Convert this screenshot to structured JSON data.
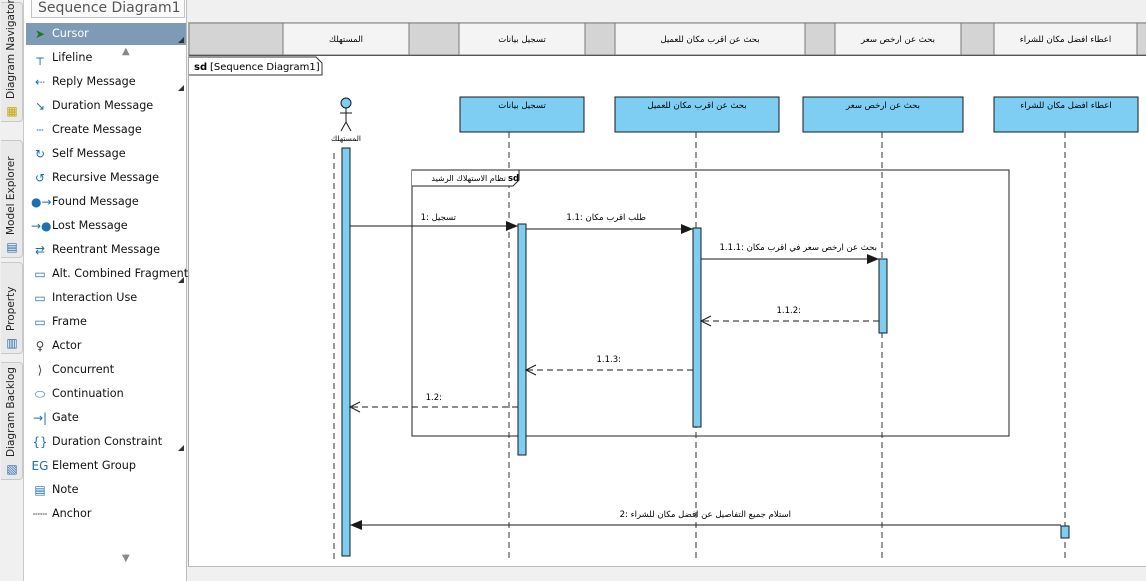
{
  "window": {
    "tab_title": "Sequence Diagram1"
  },
  "side_tabs": [
    {
      "label": "Diagram Navigator",
      "icon": "diagram-navigator-icon"
    },
    {
      "label": "Model Explorer",
      "icon": "model-explorer-icon"
    },
    {
      "label": "Property",
      "icon": "property-icon"
    },
    {
      "label": "Diagram Backlog",
      "icon": "diagram-backlog-icon"
    }
  ],
  "palette": {
    "items": [
      {
        "label": "Cursor",
        "icon": "cursor-icon",
        "selected": true,
        "more": true
      },
      {
        "label": "Lifeline",
        "icon": "lifeline-icon"
      },
      {
        "label": "Reply Message",
        "icon": "reply-message-icon",
        "more": true
      },
      {
        "label": "Duration Message",
        "icon": "duration-message-icon"
      },
      {
        "label": "Create Message",
        "icon": "create-message-icon"
      },
      {
        "label": "Self Message",
        "icon": "self-message-icon"
      },
      {
        "label": "Recursive Message",
        "icon": "recursive-message-icon"
      },
      {
        "label": "Found Message",
        "icon": "found-message-icon"
      },
      {
        "label": "Lost Message",
        "icon": "lost-message-icon"
      },
      {
        "label": "Reentrant Message",
        "icon": "reentrant-message-icon"
      },
      {
        "label": "Alt. Combined Fragment",
        "icon": "combined-fragment-icon",
        "more": true
      },
      {
        "label": "Interaction Use",
        "icon": "interaction-use-icon"
      },
      {
        "label": "Frame",
        "icon": "frame-icon"
      },
      {
        "label": "Actor",
        "icon": "actor-icon"
      },
      {
        "label": "Concurrent",
        "icon": "concurrent-icon"
      },
      {
        "label": "Continuation",
        "icon": "continuation-icon"
      },
      {
        "label": "Gate",
        "icon": "gate-icon"
      },
      {
        "label": "Duration Constraint",
        "icon": "duration-constraint-icon",
        "more": true
      },
      {
        "label": "Element Group",
        "icon": "element-group-icon"
      },
      {
        "label": "Note",
        "icon": "note-icon"
      },
      {
        "label": "Anchor",
        "icon": "anchor-icon"
      }
    ]
  },
  "header_lanes": [
    "المستهلك",
    "تسجيل بيانات",
    "بحث عن اقرب مكان للعميل",
    "بحث عن ارخص سعر",
    "اعطاء افضل مكان للشراء"
  ],
  "frame": {
    "keyword": "sd",
    "title": "[Sequence Diagram1]"
  },
  "actor": {
    "name": "المستهلك"
  },
  "lifelines": [
    {
      "name": "تسجيل بيانات"
    },
    {
      "name": "بحث عن اقرب مكان للعميل"
    },
    {
      "name": "بحث عن ارخص سعر"
    },
    {
      "name": "اعطاء افضل مكان للشراء"
    }
  ],
  "fragment": {
    "keyword": "sd",
    "title": "نظام الاستهلاك الرشيد"
  },
  "messages": [
    {
      "label": "1: تسجيل"
    },
    {
      "label": "1.1: طلب اقرب مكان"
    },
    {
      "label": "1.1.1: بحث عن ارخص سعر في اقرب مكان"
    },
    {
      "label": "1.1.2:"
    },
    {
      "label": "1.1.3:"
    },
    {
      "label": "1.2:"
    },
    {
      "label": "2: استلام جميع التفاصيل عن افضل مكان للشراء"
    }
  ]
}
